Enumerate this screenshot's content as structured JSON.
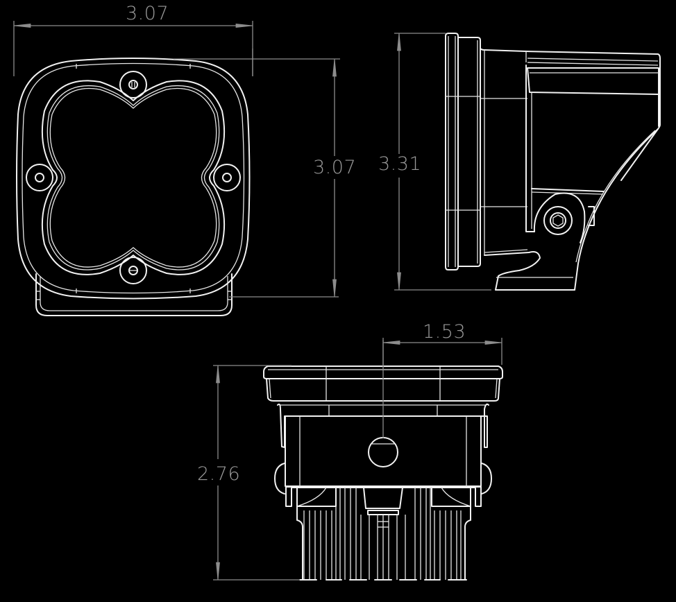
{
  "drawing": {
    "background": "#000000",
    "line_color": "#f2f2f2",
    "dimension_color": "#8c8c8c",
    "views": {
      "front": {
        "label": "front-view",
        "width_dimension": "3.07",
        "height_dimension": "3.07",
        "bolt_holes": 4
      },
      "side": {
        "label": "side-view",
        "height_dimension": "3.31"
      },
      "bottom": {
        "label": "bottom-view",
        "half_width_dimension": "1.53",
        "depth_dimension": "2.76",
        "heatsink_fin_groups": 7
      }
    }
  }
}
